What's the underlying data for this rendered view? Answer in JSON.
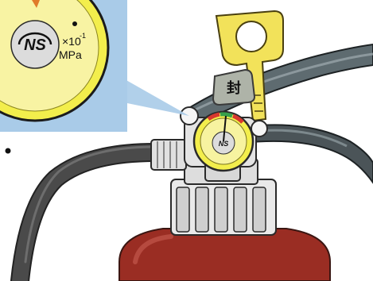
{
  "inset": {
    "logo_text": "NS",
    "scale_text": "×10",
    "exponent_text": "-1",
    "unit_text": "MPa"
  },
  "gauge": {
    "logo_text": "NS"
  },
  "lock_tag": {
    "text": "封"
  },
  "colors": {
    "background": "#ffffff",
    "inset_panel": "#a9cbe8",
    "gauge_yellow": "#f3ee4c",
    "gauge_face": "#dcdcdc",
    "body_red": "#9a2d23",
    "hose_dark": "#3f3f3f",
    "lever_gray": "#5e6b70",
    "tag_yellow": "#f2e25a",
    "pointer_green": "#37a04a",
    "pointer_red": "#d7382e"
  },
  "icons": [
    "ns-logo-icon",
    "pressure-gauge-icon",
    "lock-tag-icon"
  ]
}
